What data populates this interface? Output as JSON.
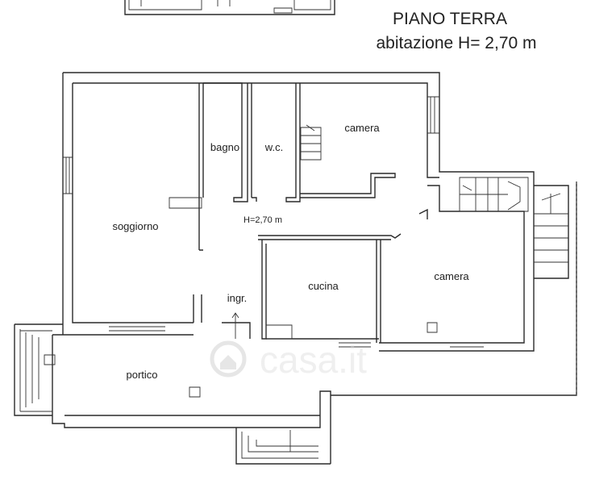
{
  "header": {
    "title": "PIANO TERRA",
    "subtitle": "abitazione H= 2,70 m"
  },
  "rooms": {
    "soggiorno": "soggiorno",
    "bagno": "bagno",
    "wc": "w.c.",
    "camera_north": "camera",
    "camera_east": "camera",
    "cucina": "cucina",
    "ingresso": "ingr.",
    "portico": "portico"
  },
  "height_note": "H=2,70 m",
  "watermark": "casa.it"
}
